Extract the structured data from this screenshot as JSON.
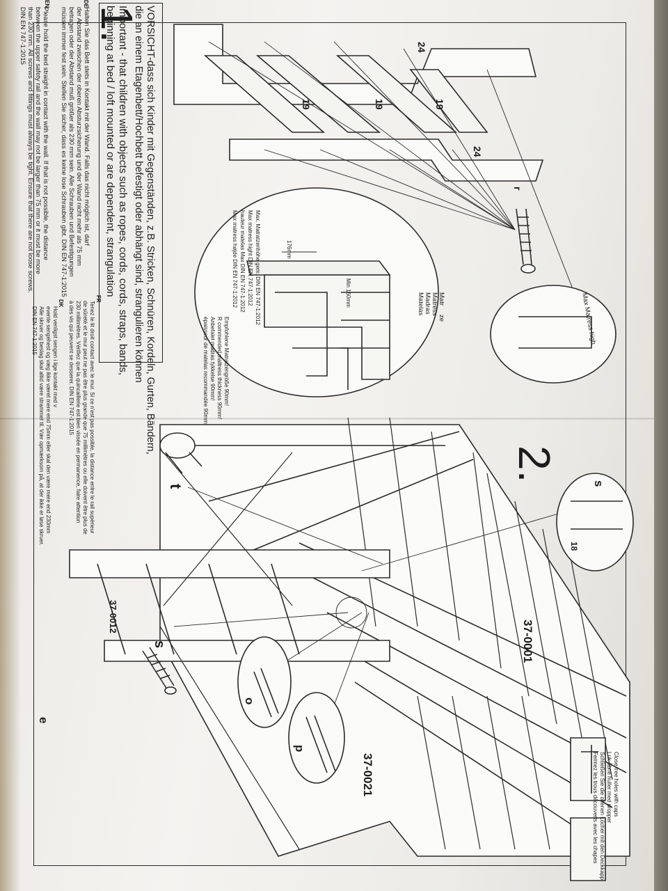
{
  "steps": {
    "step1": "1.",
    "step2": "2."
  },
  "warning": {
    "de_1": "VORSICHT-dass sich Kinder mit Gegenständen, z.B. Stricken, Schnüren, Kordeln, Gurten, Bändern,",
    "de_2": "die an einem Etagenbett/Hochbett befestigt oder abhängt sind, strangulieren können",
    "en_1": "Important - that children with objects such as ropes, cords, cords, straps, bands,",
    "en_2": "beginning at bed / loft mounted or are dependent, strangulation"
  },
  "notes": {
    "de": [
      "Halten Sie das Bett stets in Kontakt mit der Wand. Falls das nicht möglich ist, darf",
      "der Abstand zwischen der oberen Absturzsicherung und der Wand nicht mehr als 75 mm",
      "betragen oder der Abstand muß größer als 230 mm sein. Alle Schrauben und Befestigungen",
      "müssen immer fest sein. Stellen Sie sicher, dass es keine lose Schrauben gibt. DIN EN 747-1:2015"
    ],
    "en": [
      "Please hold the bed straight in contact with the wall. If that is not possible, the distance",
      "between the upper safety rail and the wall may not be larger than 75 mm or it must be more",
      "than 230 mm. All screws and fittings must always be tight. Ensure that there are not loose screws.",
      "DIN EN 747-1:2015"
    ],
    "fr": [
      "Tenez le lit droit contact avec le mur. Si ce n'est pas possible, la distance entre le rail supérieur",
      "de sûreté et le mur peut ne pas être plus grande que 75 millimètres ou elle doivent être plus de",
      "230 millimètres. Vérifiez que la quincaillerie est bien vissée en permanence, faire attention",
      "à des vis qui peuvent se desserer. DIN EN 747-1:2015"
    ],
    "dk": [
      "Hold venligst sengen i lige kontakt med v",
      "evente sengehest og væg ikke været mere end 75mm eller skal den være mere end 230mm",
      "Alle skruer og beslag skal altid være strammet til. Vær opmærksom på, at der ikke er løse skruer.",
      "DIN EN 747-1:2015"
    ],
    "lang_tags": [
      "DE",
      "FR",
      "DK",
      "EN"
    ]
  },
  "mattress": {
    "max_lines": [
      "Max. Matratzenhöhe gem. DIN EN 747-1:2012",
      "Max matress hight DIN EN 747-1:2012",
      "hauteur matelas Max DIN EN 747-1:2012",
      "Max matress højde DIN EN 747-1:2012"
    ],
    "measure": "176mm",
    "recommend_lines": [
      "Empfohlene Matratzengröße 90mm!",
      "R commended mattress thickness 90mm!",
      "Anbefalet madras tykkelse 90mm!",
      "épaisseur de matelas recommandée 90mm!"
    ],
    "words": [
      "Matr",
      "Matress",
      "Madras",
      "Matelas"
    ],
    "zet": "ze",
    "min": "Min 160mm",
    "callout": "Max Matress high"
  },
  "parts": {
    "p19": "19",
    "p24": "24",
    "p18": "18",
    "r": "r",
    "s": "s",
    "t": "t",
    "o": "o",
    "p": "p",
    "e": "e",
    "code_1": "37-0001",
    "code_2": "37-0021",
    "code_3": "37-0012"
  },
  "holes": {
    "lines": [
      "Close free holes with caps",
      "Luk åbne huller med propper",
      "Schließen Sie die offenen Löcher mit den Deckkapp",
      "Fermez les trous découverts avec les chapes"
    ]
  },
  "colors": {
    "ink": "#1c1c1c",
    "paper": "#f1f0ec",
    "desk": "#7a766c"
  }
}
